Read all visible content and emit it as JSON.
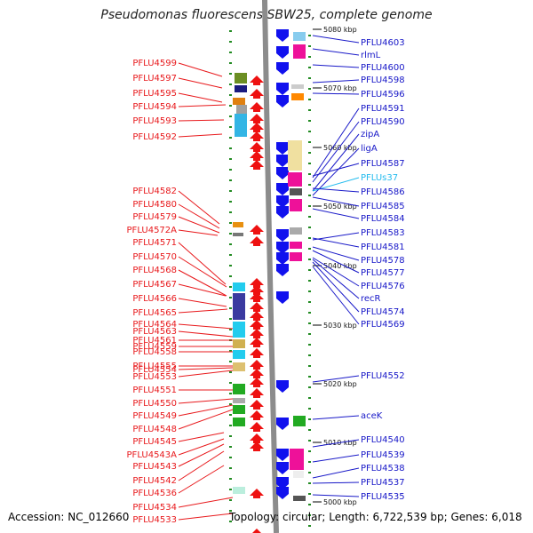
{
  "title": "Pseudomonas fluorescens SBW25, complete genome",
  "accession_text": "Accession: NC_012660",
  "topology_text": "Topology: circular; Length: 6,722,539 bp; Genes: 6,018",
  "colors": {
    "left_label": "#e8191c",
    "right_label": "#1818c8",
    "rna_label": "#22bbee",
    "backbone": "#8c8c8c",
    "forward_arrow": "#ee1111",
    "reverse_arrow": "#1111ee",
    "tick": "#228b22"
  },
  "kbp_ticks": [
    "5080 kbp",
    "5070 kbp",
    "5060 kbp",
    "5050 kbp",
    "5040 kbp",
    "5030 kbp",
    "5020 kbp",
    "5010 kbp",
    "5000 kbp"
  ],
  "left_labels": [
    "PFLU4599",
    "PFLU4597",
    "PFLU4595",
    "PFLU4594",
    "PFLU4593",
    "PFLU4592",
    "PFLU4582",
    "PFLU4580",
    "PFLU4579",
    "PFLU4572A",
    "PFLU4571",
    "PFLU4570",
    "PFLU4568",
    "PFLU4567",
    "PFLU4566",
    "PFLU4565",
    "PFLU4564",
    "PFLU4563",
    "PFLU4561",
    "PFLU4559",
    "PFLU4558",
    "PFLU4555",
    "PFLU4554",
    "PFLU4553",
    "PFLU4551",
    "PFLU4550",
    "PFLU4549",
    "PFLU4548",
    "PFLU4545",
    "PFLU4543A",
    "PFLU4543",
    "PFLU4542",
    "PFLU4536",
    "PFLU4534",
    "PFLU4533"
  ],
  "right_labels": [
    "PFLU4603",
    "rlmL",
    "PFLU4600",
    "PFLU4598",
    "PFLU4596",
    "PFLU4591",
    "PFLU4590",
    "zipA",
    "ligA",
    "PFLU4587",
    "PFLUs37",
    "PFLU4586",
    "PFLU4585",
    "PFLU4584",
    "PFLU4583",
    "PFLU4581",
    "PFLU4578",
    "PFLU4577",
    "PFLU4576",
    "recR",
    "PFLU4574",
    "PFLU4569",
    "PFLU4552",
    "aceK",
    "PFLU4540",
    "PFLU4539",
    "PFLU4538",
    "PFLU4537",
    "PFLU4535"
  ]
}
